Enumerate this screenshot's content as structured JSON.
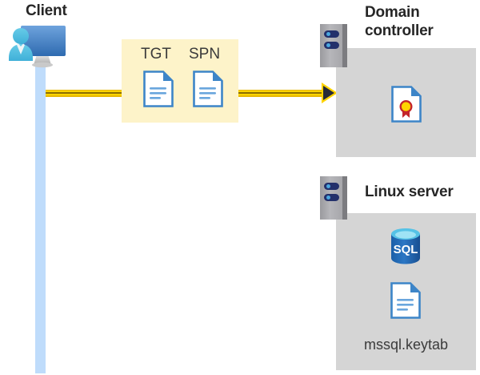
{
  "diagram": {
    "title": "Kerberos authentication flow: client requests TGT/SPN from domain controller; Linux server hosts SQL with mssql.keytab",
    "colors": {
      "lifeline_blue": "#bfdcfb",
      "message_box_yellow": "#fdf3c9",
      "arrow_gold": "#ffd400",
      "arrow_head_dark": "#262a38",
      "panel_gray": "#d5d5d5",
      "server_rack_gray": "#b6b6ba",
      "server_rack_edge": "#7c7c80",
      "doc_blue": "#3d85c8",
      "sql_blue": "#1b5fa8",
      "sql_top_cyan": "#6fd0ef",
      "cert_gold": "#ffd400",
      "cert_red": "#c4252b",
      "text_dark": "#262626",
      "text_body": "#3b3b3b"
    }
  },
  "client": {
    "title": "Client",
    "icon": "user-computer-icon",
    "lifeline_name": "client-lifeline"
  },
  "message": {
    "box_name": "tgt-spn-message-box",
    "items": [
      {
        "label": "TGT",
        "icon": "document-icon"
      },
      {
        "label": "SPN",
        "icon": "document-icon"
      }
    ],
    "arrow": {
      "name": "request-arrow",
      "direction": "left-to-right",
      "from": "Client",
      "to": "Domain controller"
    }
  },
  "domain_controller": {
    "title": "Domain\ncontroller",
    "server_icon": "server-rack-icon",
    "panel_name": "domain-controller-panel",
    "contents": [
      {
        "icon": "certificate-icon",
        "caption": ""
      }
    ]
  },
  "linux_server": {
    "title": "Linux server",
    "server_icon": "server-rack-icon",
    "panel_name": "linux-server-panel",
    "contents": [
      {
        "icon": "sql-database-icon",
        "label": "SQL",
        "caption": ""
      },
      {
        "icon": "document-icon",
        "caption": "mssql.keytab"
      }
    ]
  }
}
